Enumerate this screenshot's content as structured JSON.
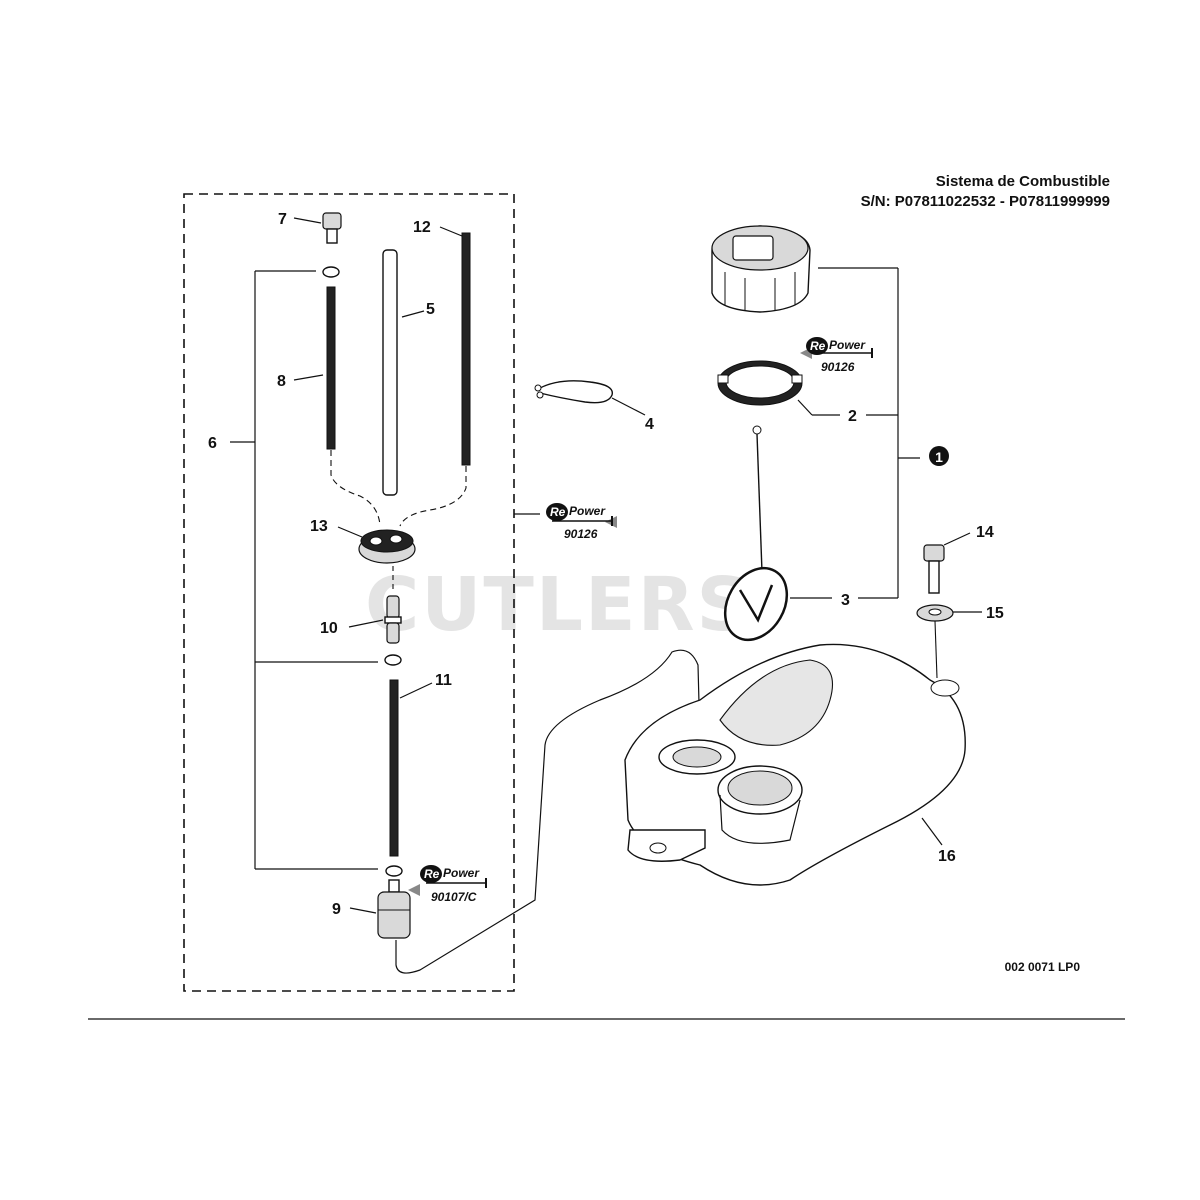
{
  "header": {
    "title": "Sistema de Combustible",
    "serial_range": "S/N: P07811022532 - P07811999999"
  },
  "drawing_code": "002 0071 LP0",
  "watermark": "CUTLERS",
  "repower_badges": [
    {
      "prefix": "Re",
      "word": "Power",
      "number": "90126"
    },
    {
      "prefix": "Re",
      "word": "Power",
      "number": "90126"
    },
    {
      "prefix": "Re",
      "word": "Power",
      "number": "90107/C"
    }
  ],
  "callouts": {
    "c1": "1",
    "c2": "2",
    "c3": "3",
    "c4": "4",
    "c5": "5",
    "c6": "6",
    "c7": "7",
    "c8": "8",
    "c9": "9",
    "c10": "10",
    "c11": "11",
    "c12": "12",
    "c13": "13",
    "c14": "14",
    "c15": "15",
    "c16": "16"
  }
}
